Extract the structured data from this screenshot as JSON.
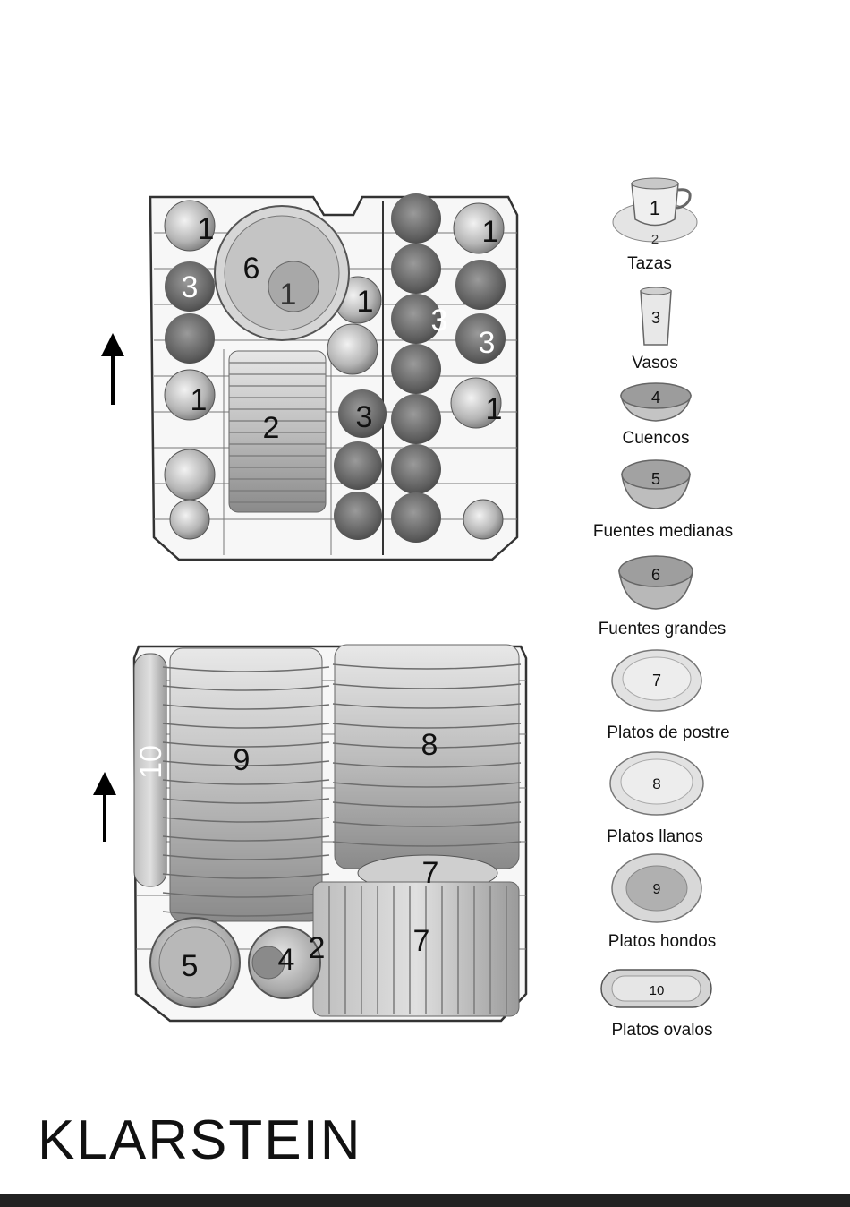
{
  "brand": "KLARSTEIN",
  "upper_rack": {
    "labels": [
      "1",
      "6",
      "1",
      "3",
      "1",
      "1",
      "3",
      "3",
      "1",
      "2",
      "3",
      "1"
    ]
  },
  "lower_rack": {
    "labels": [
      "10",
      "9",
      "8",
      "7",
      "5",
      "4",
      "2",
      "7"
    ]
  },
  "legend": {
    "items": [
      {
        "number": "1",
        "sub_number": "2",
        "label": "Tazas",
        "icon": "cup-saucer-icon"
      },
      {
        "number": "3",
        "label": "Vasos",
        "icon": "glass-icon"
      },
      {
        "number": "4",
        "label": "Cuencos",
        "icon": "bowl-icon"
      },
      {
        "number": "5",
        "label": "Fuentes medianas",
        "icon": "medium-dish-icon"
      },
      {
        "number": "6",
        "label": "Fuentes grandes",
        "icon": "large-dish-icon"
      },
      {
        "number": "7",
        "label": "Platos de postre",
        "icon": "dessert-plate-icon"
      },
      {
        "number": "8",
        "label": "Platos llanos",
        "icon": "flat-plate-icon"
      },
      {
        "number": "9",
        "label": "Platos hondos",
        "icon": "deep-plate-icon"
      },
      {
        "number": "10",
        "label": "Platos ovalos",
        "icon": "oval-plate-icon"
      }
    ]
  }
}
